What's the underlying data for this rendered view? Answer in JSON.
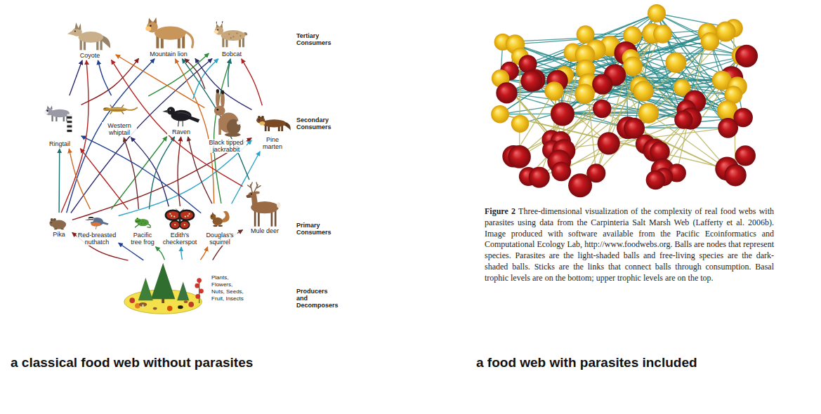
{
  "diagram": {
    "nodes": [
      {
        "text": [
          "Coyote"
        ]
      },
      {
        "text": [
          "Mountain lion"
        ]
      },
      {
        "text": [
          "Bobcat"
        ]
      },
      {
        "text": [
          "Ringtail"
        ]
      },
      {
        "text": [
          "Western whiptail"
        ]
      },
      {
        "text": [
          "Raven"
        ]
      },
      {
        "text": [
          "Black tipped jackrabbit"
        ]
      },
      {
        "text": [
          "Pine marten"
        ]
      },
      {
        "text": [
          "Pika"
        ]
      },
      {
        "text": [
          "Red-breasted nuthatch"
        ]
      },
      {
        "text": [
          "Pacific tree frog"
        ]
      },
      {
        "text": [
          "Edith's checkerspot"
        ]
      },
      {
        "text": [
          "Douglas's squirrel"
        ]
      },
      {
        "text": [
          "Mule deer"
        ]
      },
      {
        "text": [
          "Plants, Flowers, Nuts, Seeds, Fruit, Insects"
        ]
      }
    ],
    "edges": [
      {
        "from": 14,
        "to": 8,
        "arrow": "to"
      },
      {
        "from": 14,
        "to": 9,
        "arrow": "to"
      },
      {
        "from": 14,
        "to": 10,
        "arrow": "to"
      },
      {
        "from": 14,
        "to": 11,
        "arrow": "to"
      },
      {
        "from": 14,
        "to": 12,
        "arrow": "to"
      },
      {
        "from": 14,
        "to": 13,
        "arrow": "to"
      },
      {
        "from": 8,
        "to": 3,
        "arrow": "to"
      },
      {
        "from": 8,
        "to": 0,
        "arrow": "to"
      },
      {
        "from": 8,
        "to": 2,
        "arrow": "to"
      },
      {
        "from": 8,
        "to": 7,
        "arrow": "to"
      },
      {
        "from": 8,
        "to": 1,
        "arrow": "to"
      },
      {
        "from": 9,
        "to": 5,
        "arrow": "to"
      },
      {
        "from": 9,
        "to": 7,
        "arrow": "to"
      },
      {
        "from": 9,
        "to": 3,
        "arrow": "to"
      },
      {
        "from": 10,
        "to": 4,
        "arrow": "to"
      },
      {
        "from": 10,
        "to": 5,
        "arrow": "to"
      },
      {
        "from": 10,
        "to": 3,
        "arrow": "to"
      },
      {
        "from": 11,
        "to": 4,
        "arrow": "to"
      },
      {
        "from": 11,
        "to": 5,
        "arrow": "to"
      },
      {
        "from": 12,
        "to": 3,
        "arrow": "to"
      },
      {
        "from": 12,
        "to": 2,
        "arrow": "to"
      },
      {
        "from": 12,
        "to": 7,
        "arrow": "to"
      },
      {
        "from": 12,
        "to": 1,
        "arrow": "to"
      },
      {
        "from": 12,
        "to": 5,
        "arrow": "to"
      },
      {
        "from": 13,
        "to": 1,
        "arrow": "to"
      },
      {
        "from": 13,
        "to": 0,
        "arrow": "to"
      },
      {
        "from": 3,
        "to": 0,
        "arrow": "to"
      },
      {
        "from": 3,
        "to": 1,
        "arrow": "to"
      },
      {
        "from": 4,
        "to": 0,
        "arrow": "to"
      },
      {
        "from": 4,
        "to": 2,
        "arrow": "to"
      },
      {
        "from": 5,
        "to": 2,
        "arrow": "to"
      },
      {
        "from": 6,
        "to": 0,
        "arrow": "to"
      },
      {
        "from": 6,
        "to": 1,
        "arrow": "to"
      },
      {
        "from": 6,
        "to": 2,
        "arrow": "to"
      },
      {
        "from": 7,
        "to": 2,
        "arrow": "to"
      },
      {
        "from": 7,
        "to": 1,
        "arrow": "to"
      }
    ],
    "labels": [
      "Tertiary Consumers",
      "Secondary Consumers",
      "Primary Consumers",
      "Producers and Decomposers",
      "Figure 2",
      "Three-dimensional visualization of the complexity of real food webs with parasites using data from the Carpinteria Salt Marsh Web (Lafferty et al. 2006b). Image produced with software available from the Pacific Ecoinformatics and Computational Ecology Lab, http://www.foodwebs.org. Balls are nodes that represent species. Parasites are the light-shaded balls and free-living species are the dark-shaded balls. Sticks are the links that connect balls through consumption. Basal trophic levels are on the bottom; upper trophic levels are on the top.",
      "a classical food web without parasites",
      "a food web with parasites included"
    ]
  }
}
